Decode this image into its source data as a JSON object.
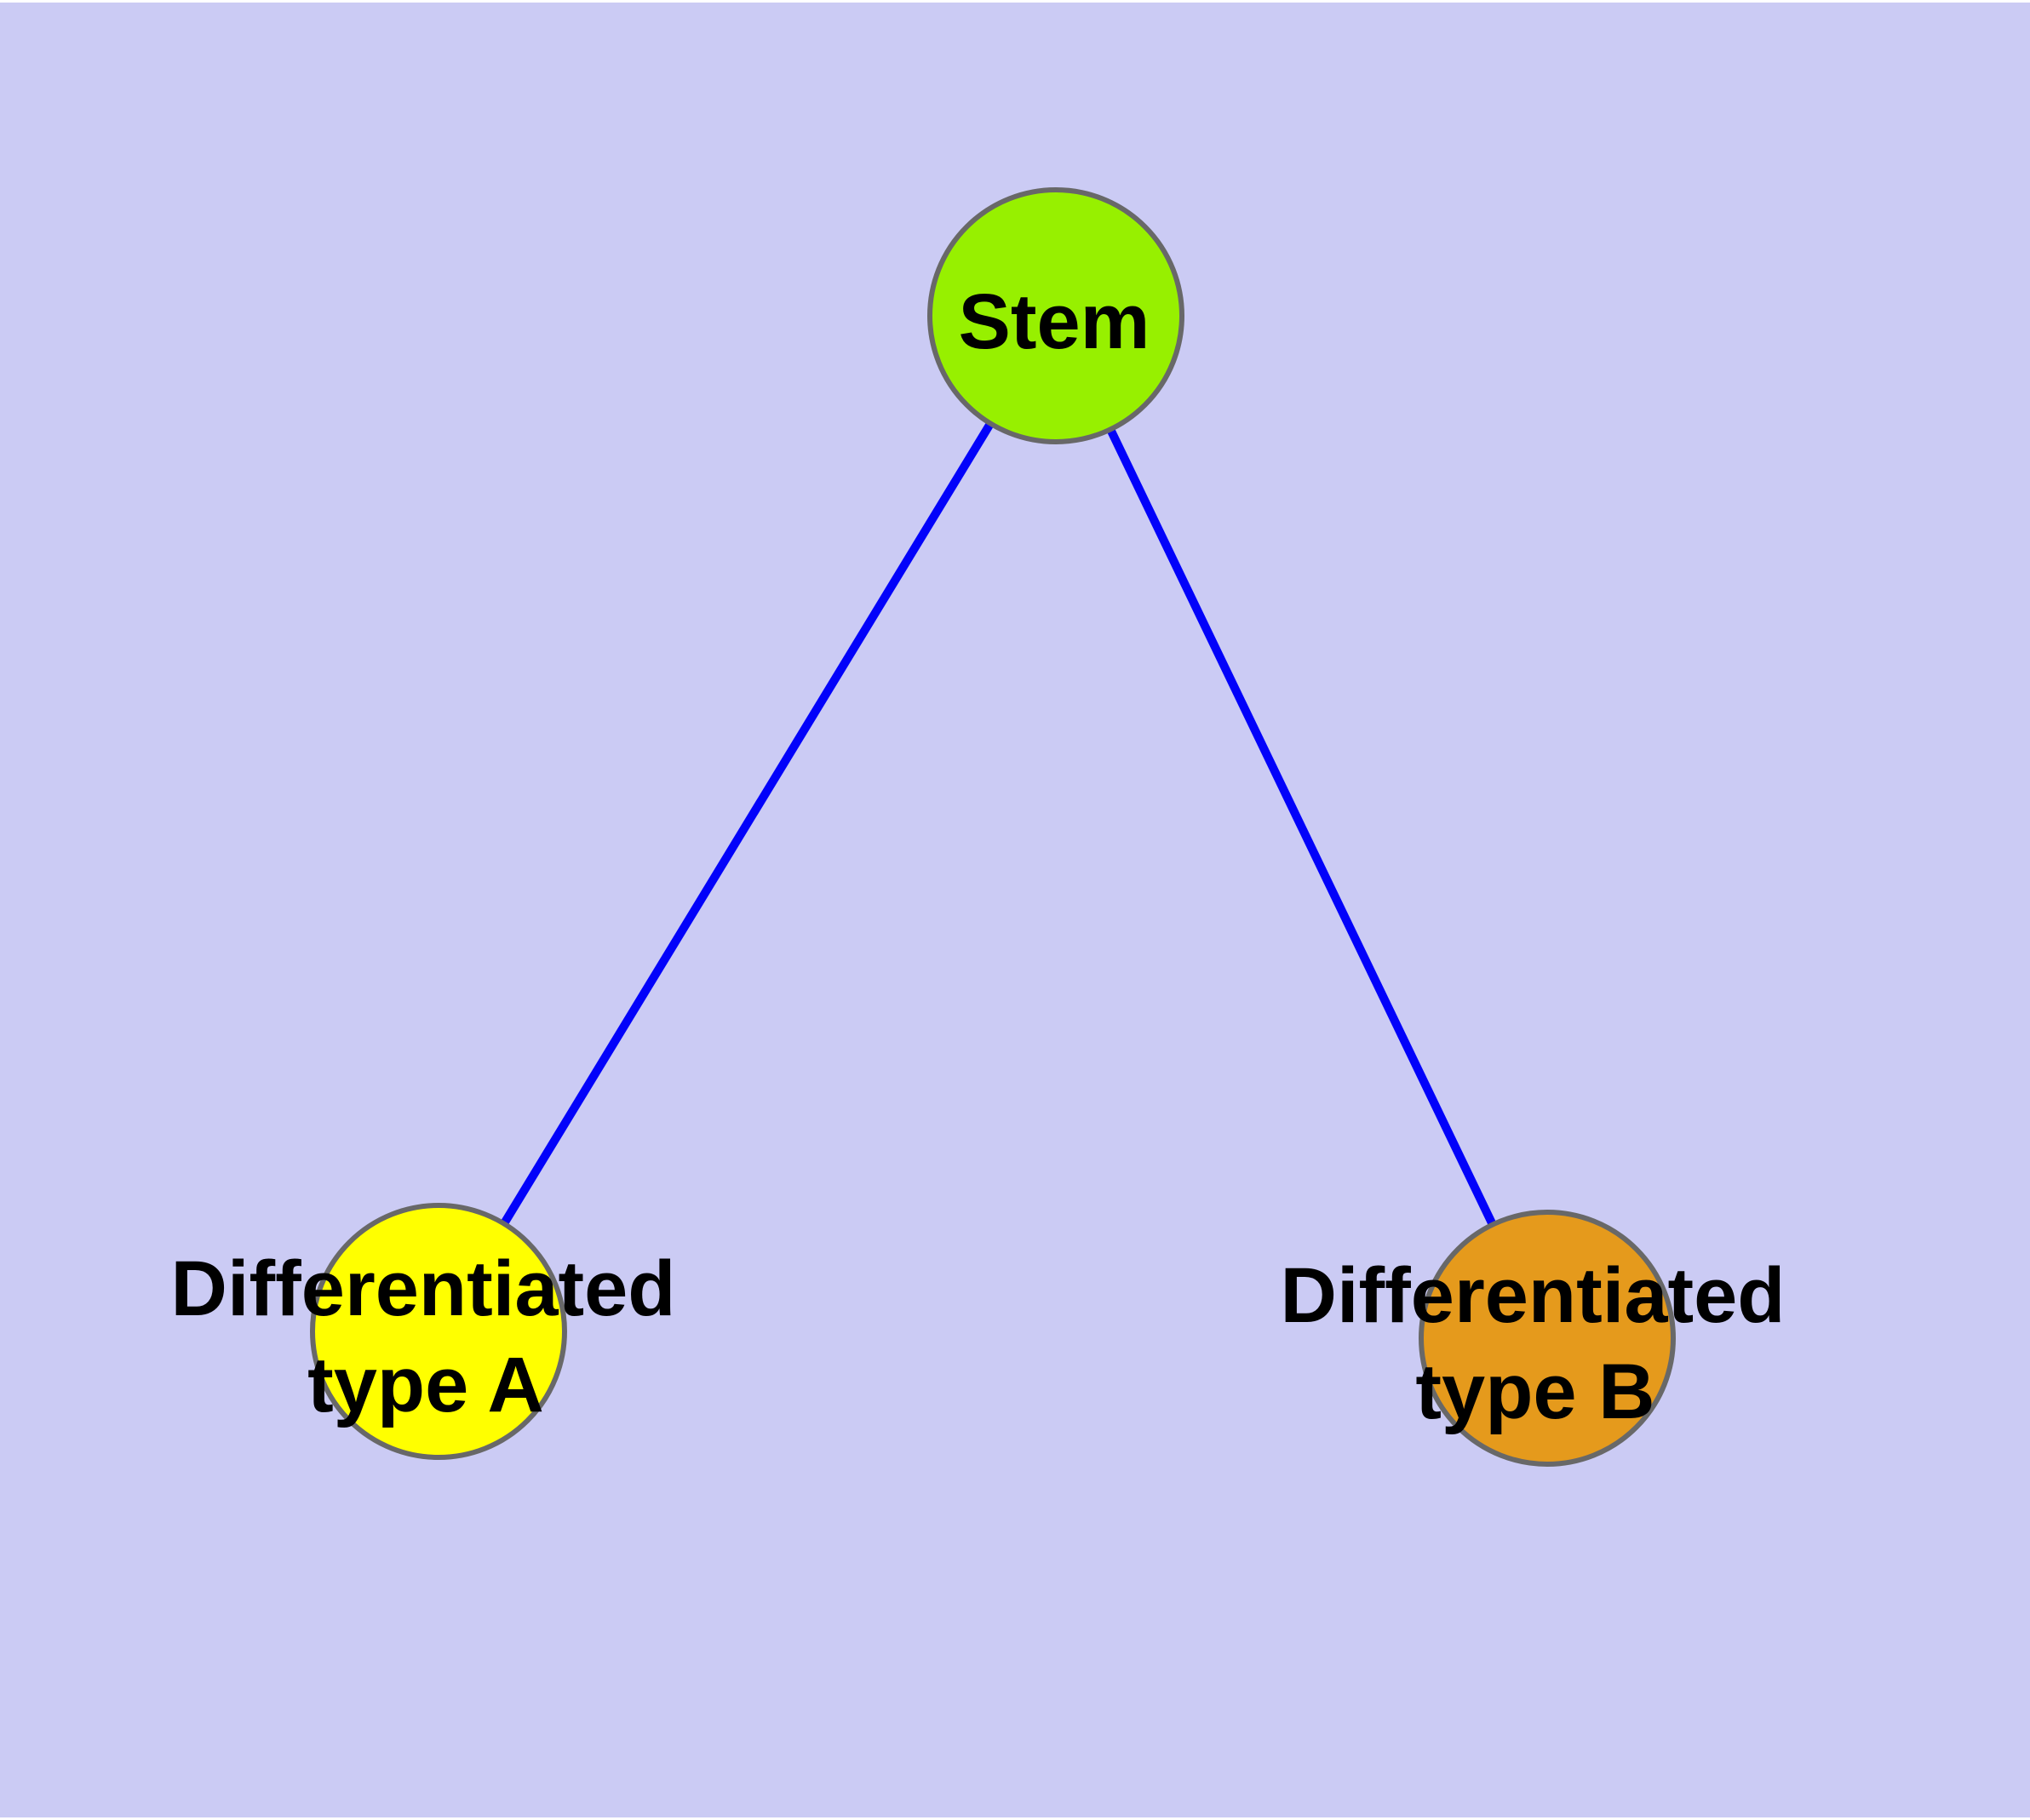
{
  "canvas": {
    "background_color": "#CBCBF4",
    "margin_color": "#FFFFFF",
    "node_border_color": "#686868",
    "label_color": "#000000"
  },
  "edges": {
    "color": "#0202FA",
    "list": [
      {
        "from": "stem",
        "to": "type_a"
      },
      {
        "from": "stem",
        "to": "type_b"
      }
    ]
  },
  "nodes": {
    "stem": {
      "label": "Stem",
      "fill": "#97F000"
    },
    "type_a": {
      "label_line1": "Differentiated",
      "label_line2": "type A",
      "fill": "#FFFF00"
    },
    "type_b": {
      "label_line1": "Differentiated",
      "label_line2": "type B",
      "fill": "#E59A1C"
    }
  }
}
